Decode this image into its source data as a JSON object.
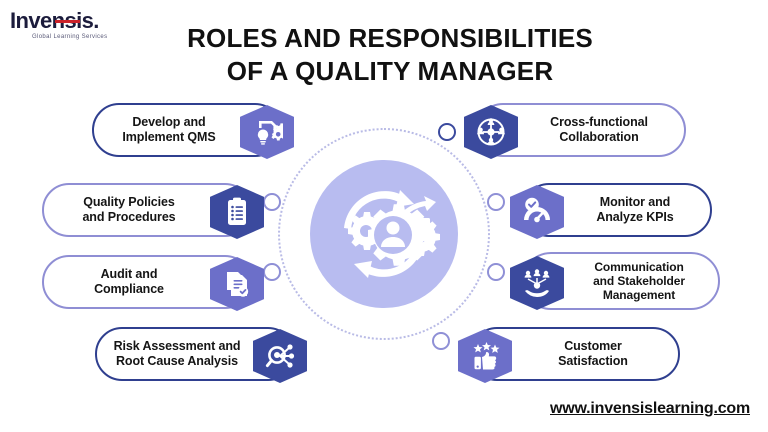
{
  "brand": {
    "logo_name": "Invensis",
    "logo_tagline": "Global Learning Services",
    "accent_red": "#cc2229",
    "accent_navy": "#1c1c3c"
  },
  "header": {
    "title_line1": "ROLES AND RESPONSIBILITIES",
    "title_line2": "OF A QUALITY MANAGER"
  },
  "center": {
    "icon_name": "gears-people-growth-icon",
    "circle_color": "#b8bcf0",
    "ring_color": "#b9bbe6"
  },
  "colors": {
    "card_border_light": "#8f8ed4",
    "card_border_dark": "#2f3f8f",
    "diamond_light": "#6c6fc9",
    "diamond_navy": "#3b4a9e",
    "text": "#151515"
  },
  "cards": [
    {
      "id": "develop-implement-qms",
      "lines": [
        "Develop and",
        "Implement QMS"
      ],
      "side": "left",
      "icon": "lightbulb-gear-icon",
      "border": "dark",
      "diamond": "light"
    },
    {
      "id": "quality-policies-procedures",
      "lines": [
        "Quality Policies",
        "and Procedures"
      ],
      "side": "left",
      "icon": "clipboard-checklist-icon",
      "border": "light",
      "diamond": "navy"
    },
    {
      "id": "audit-compliance",
      "lines": [
        "Audit and",
        "Compliance"
      ],
      "side": "left",
      "icon": "document-check-icon",
      "border": "light",
      "diamond": "light"
    },
    {
      "id": "risk-assessment-root-cause-analysis",
      "lines": [
        "Risk Assessment and",
        "Root Cause Analysis"
      ],
      "side": "left",
      "icon": "magnifier-network-icon",
      "border": "dark",
      "diamond": "navy"
    },
    {
      "id": "cross-functional-collaboration",
      "lines": [
        "Cross-functional",
        "Collaboration"
      ],
      "side": "right",
      "icon": "people-network-icon",
      "border": "light",
      "diamond": "navy"
    },
    {
      "id": "monitor-analyze-kpis",
      "lines": [
        "Monitor and",
        "Analyze KPIs"
      ],
      "side": "right",
      "icon": "gauge-check-icon",
      "border": "dark",
      "diamond": "light"
    },
    {
      "id": "communication-stakeholder-management",
      "lines": [
        "Communication",
        "and Stakeholder",
        "Management"
      ],
      "side": "right",
      "icon": "stakeholder-hand-icon",
      "border": "light",
      "diamond": "navy"
    },
    {
      "id": "customer-satisfaction",
      "lines": [
        "Customer",
        "Satisfaction"
      ],
      "side": "right",
      "icon": "thumbs-up-stars-icon",
      "border": "dark",
      "diamond": "light"
    }
  ],
  "footer": {
    "url": "www.invensislearning.com"
  }
}
